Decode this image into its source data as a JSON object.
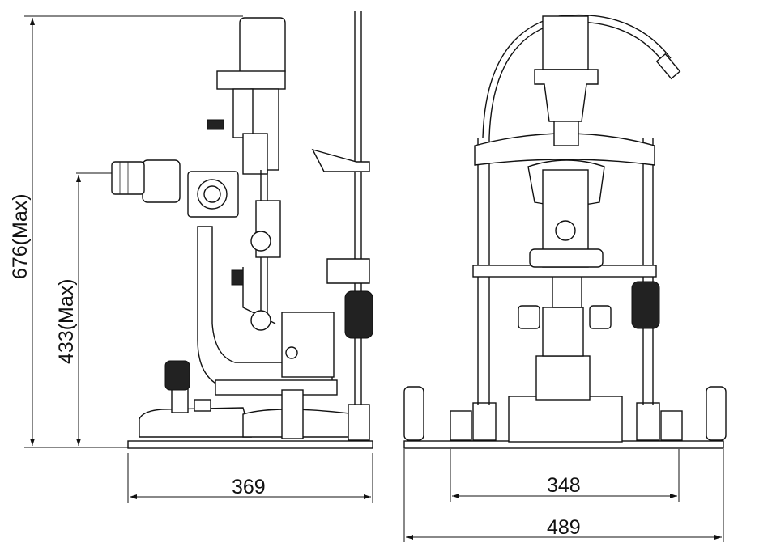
{
  "dimensions": {
    "total_height": "676(Max)",
    "eyepiece_height": "433(Max)",
    "side_depth": "369",
    "front_inner_width": "348",
    "front_total_width": "489"
  },
  "colors": {
    "line": "#111111",
    "background": "#ffffff"
  }
}
